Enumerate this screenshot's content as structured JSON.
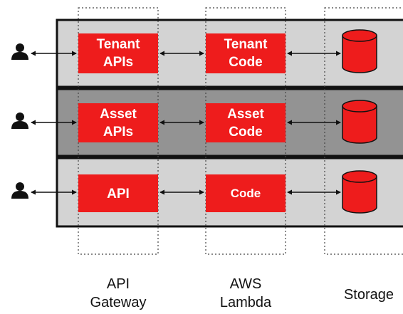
{
  "colors": {
    "red": "#ee1c1c",
    "row_light": "#d3d3d3",
    "row_dark": "#939393",
    "border": "#111111",
    "arrow": "#111111"
  },
  "columns": {
    "gateway": {
      "line1": "API",
      "line2": "Gateway"
    },
    "lambda": {
      "line1": "AWS",
      "line2": "Lambda"
    },
    "storage": {
      "label": "Storage"
    }
  },
  "rows": [
    {
      "gateway": {
        "line1": "Tenant",
        "line2": "APIs"
      },
      "lambda": {
        "line1": "Tenant",
        "line2": "Code"
      },
      "storage_icon": "database-cylinder-icon",
      "user_icon": "user-icon"
    },
    {
      "gateway": {
        "line1": "Asset",
        "line2": "APIs"
      },
      "lambda": {
        "line1": "Asset",
        "line2": "Code"
      },
      "storage_icon": "database-cylinder-icon",
      "user_icon": "user-icon"
    },
    {
      "gateway": {
        "line1": "API"
      },
      "lambda": {
        "line1": "Code"
      },
      "storage_icon": "database-cylinder-icon",
      "user_icon": "user-icon"
    }
  ]
}
